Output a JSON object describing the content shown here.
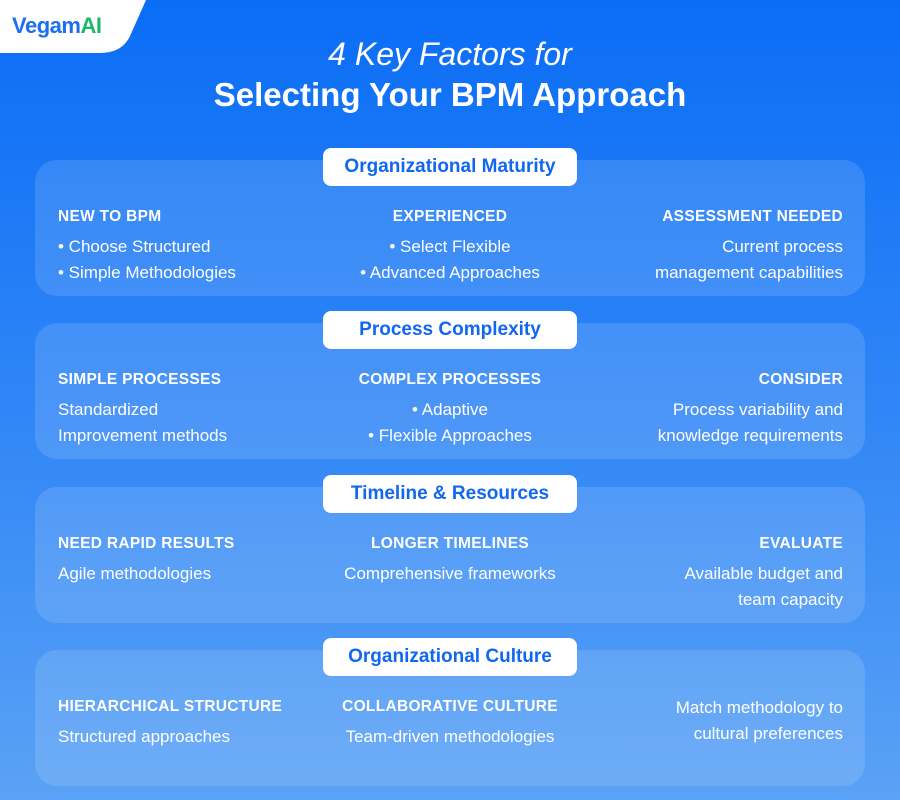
{
  "logo": {
    "prefix": "V",
    "main": "egam",
    "suffix": "AI"
  },
  "title": {
    "line1": "4 Key Factors for",
    "line2": "Selecting Your BPM Approach"
  },
  "sections": [
    {
      "title": "Organizational Maturity",
      "cols": [
        {
          "heading": "NEW TO BPM",
          "lines": [
            "• Choose Structured",
            "• Simple Methodologies"
          ]
        },
        {
          "heading": "EXPERIENCED",
          "lines": [
            "• Select Flexible",
            "• Advanced Approaches"
          ]
        },
        {
          "heading": "ASSESSMENT NEEDED",
          "lines": [
            "Current process",
            "management capabilities"
          ]
        }
      ]
    },
    {
      "title": "Process Complexity",
      "cols": [
        {
          "heading": "SIMPLE PROCESSES",
          "lines": [
            "Standardized",
            "Improvement methods"
          ]
        },
        {
          "heading": "COMPLEX PROCESSES",
          "lines": [
            "• Adaptive",
            "• Flexible Approaches"
          ]
        },
        {
          "heading": "CONSIDER",
          "lines": [
            "Process variability and",
            "knowledge requirements"
          ]
        }
      ]
    },
    {
      "title": "Timeline & Resources",
      "cols": [
        {
          "heading": "NEED RAPID RESULTS",
          "lines": [
            "Agile methodologies",
            ""
          ]
        },
        {
          "heading": "LONGER TIMELINES",
          "lines": [
            "Comprehensive frameworks",
            ""
          ]
        },
        {
          "heading": "EVALUATE",
          "lines": [
            "Available budget and",
            "team capacity"
          ]
        }
      ]
    },
    {
      "title": "Organizational Culture",
      "cols": [
        {
          "heading": "HIERARCHICAL STRUCTURE",
          "lines": [
            "Structured approaches",
            ""
          ]
        },
        {
          "heading": "COLLABORATIVE CULTURE",
          "lines": [
            "Team-driven methodologies",
            ""
          ]
        },
        {
          "heading": "",
          "lines": [
            "Match methodology to",
            "cultural preferences"
          ]
        }
      ]
    }
  ]
}
